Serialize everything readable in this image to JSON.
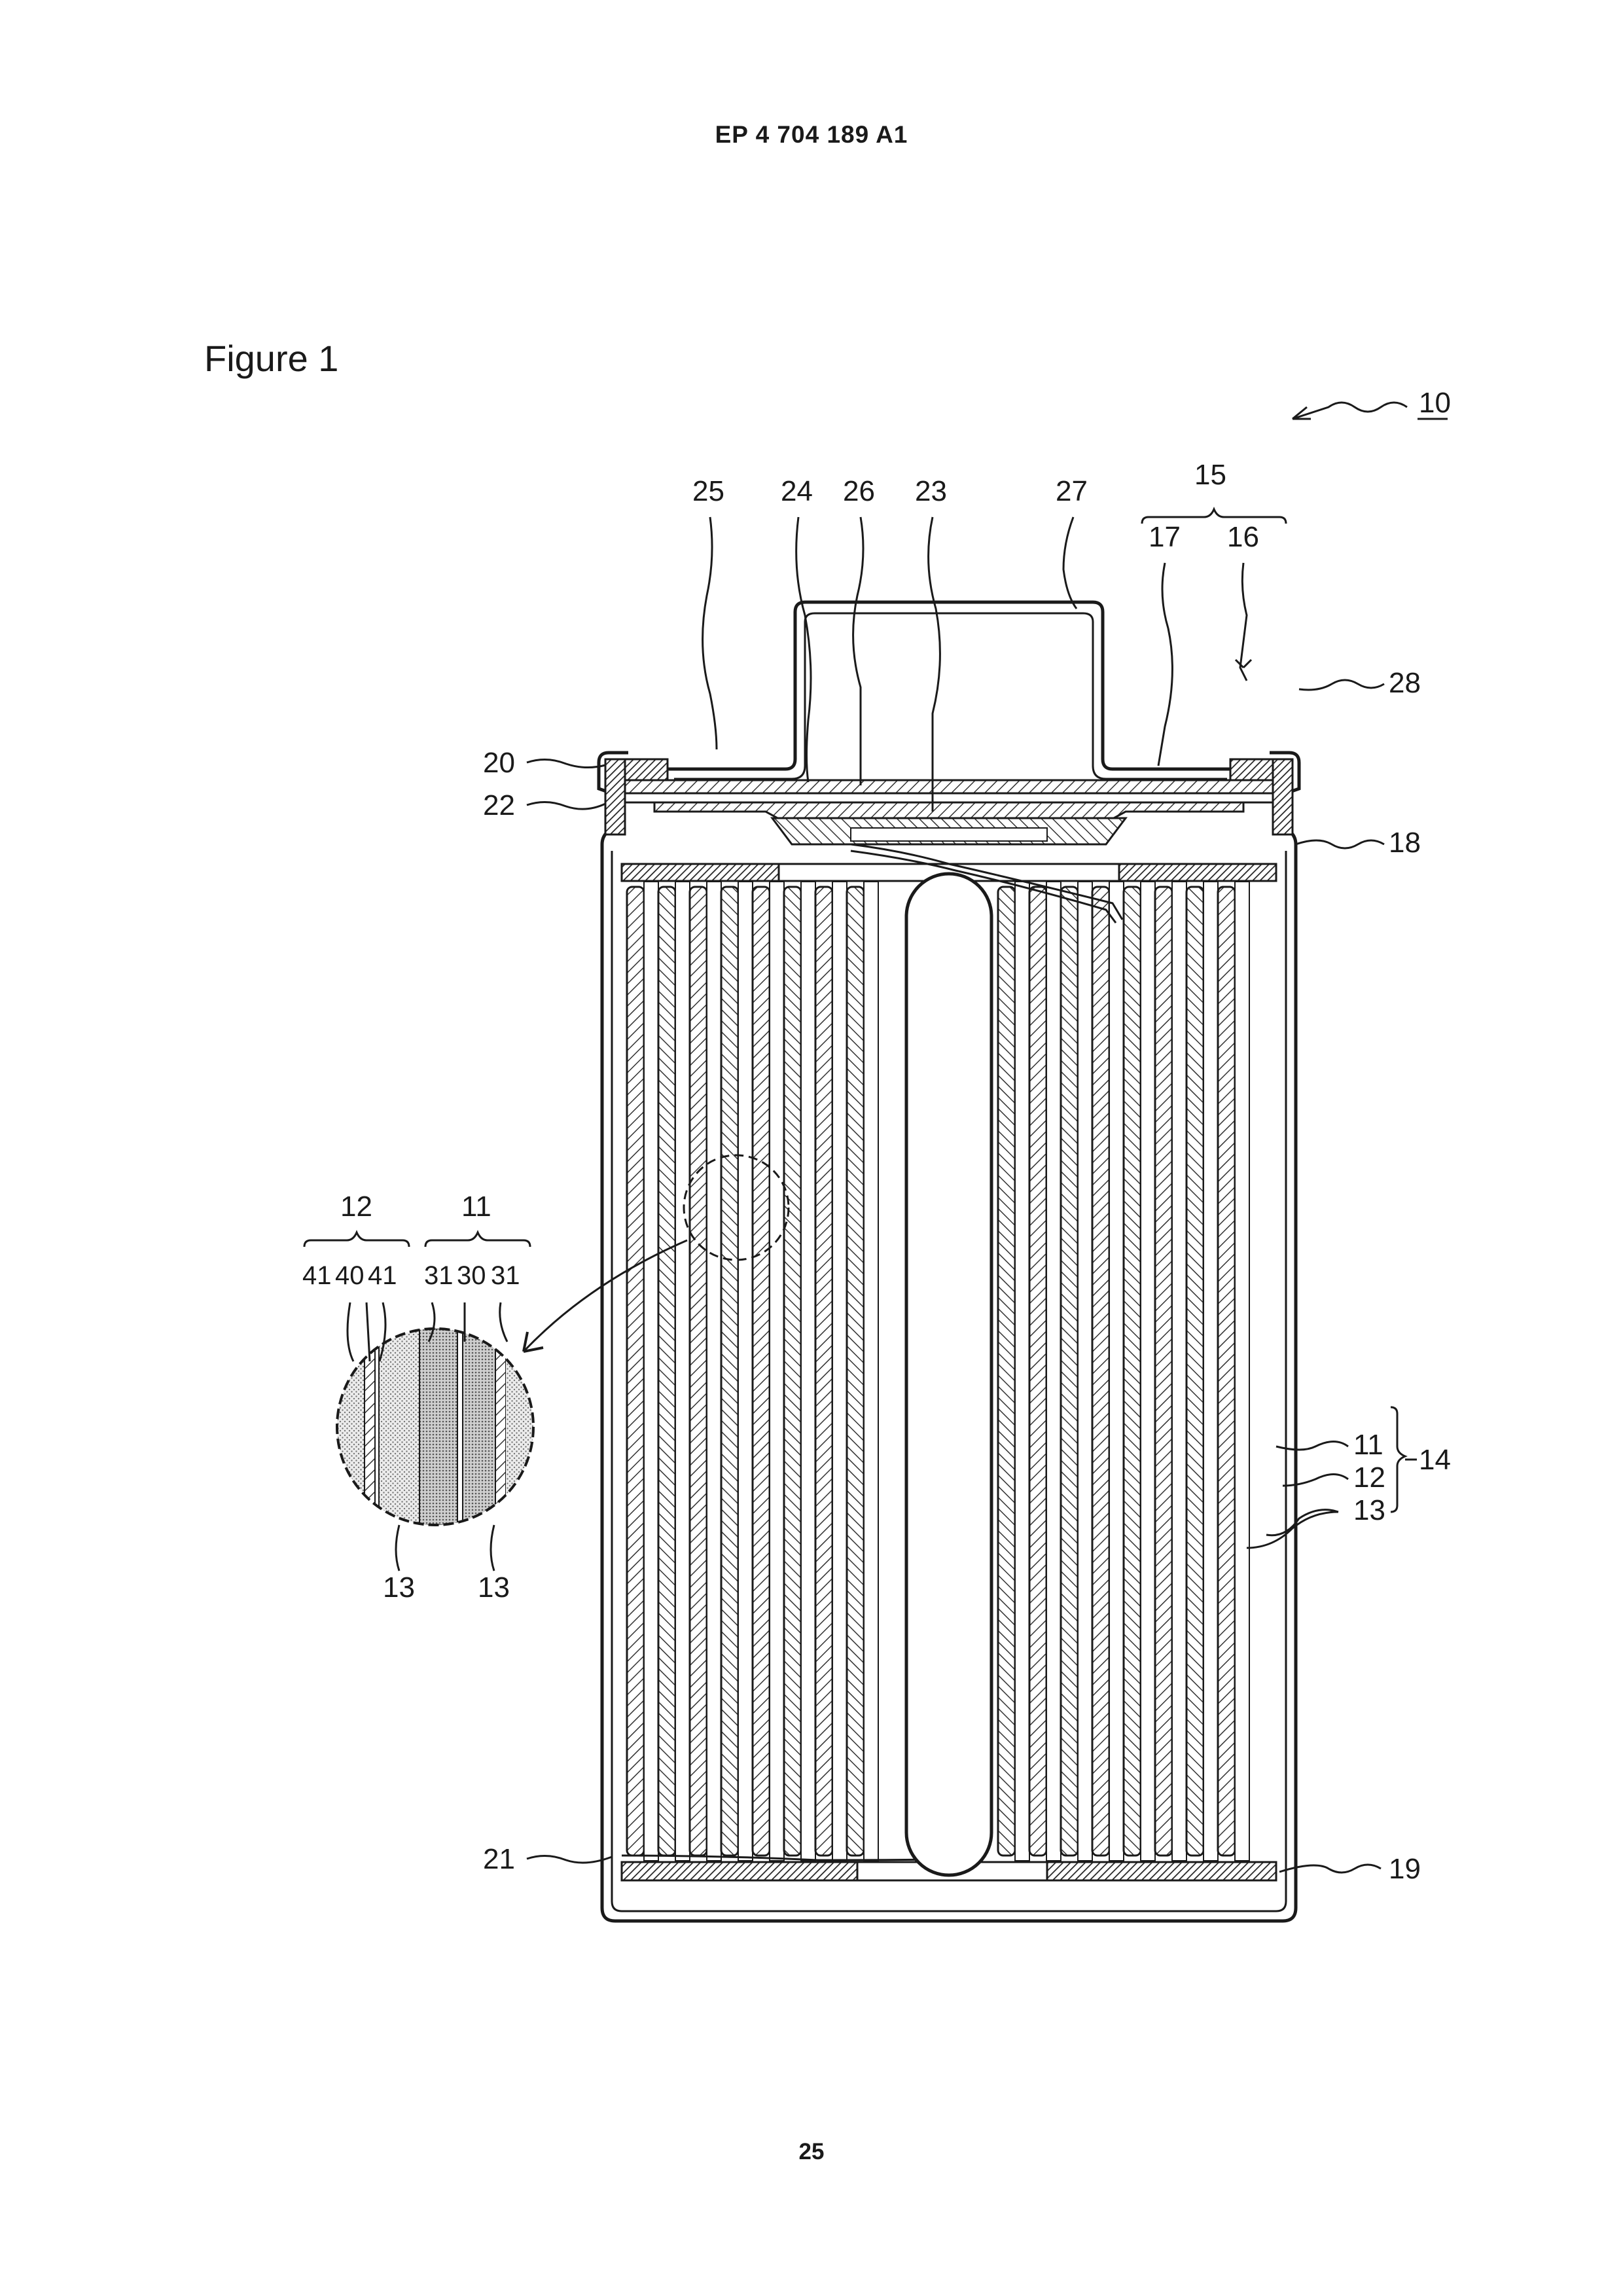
{
  "header": {
    "doc_number": "EP 4 704 189 A1"
  },
  "figure": {
    "title": "Figure 1"
  },
  "page": {
    "number": "25"
  },
  "labels": {
    "device": "10",
    "positive_electrode": "11",
    "negative_electrode": "12",
    "separator": "13",
    "electrode_assembly": "14",
    "sealing_assembly": "15",
    "exterior_can": "16",
    "insulating_plate_upper": "18",
    "insulating_plate_lower": "19",
    "positive_lead": "20",
    "negative_lead": "21",
    "grooved_portion": "22",
    "internal_terminal_plate": "23",
    "lower_vent_member": "24",
    "insulating_member": "25",
    "upper_vent_member": "26",
    "cap": "27",
    "gasket": "28",
    "label_17": "17",
    "positive_core": "30",
    "positive_mixture": "31",
    "negative_core": "40",
    "negative_mixture": "41"
  }
}
